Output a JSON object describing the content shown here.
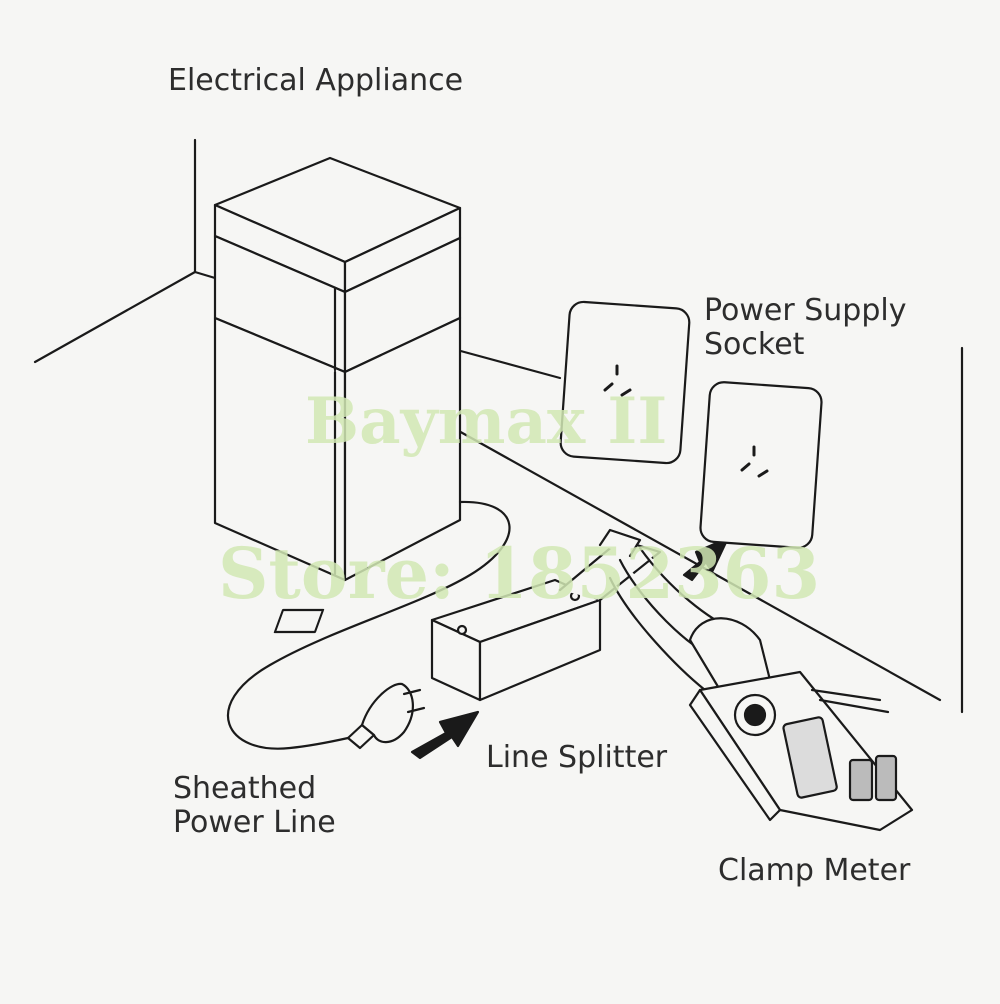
{
  "labels": {
    "electrical_appliance": "Electrical Appliance",
    "power_supply_socket": "Power Supply\nSocket",
    "line_splitter": "Line Splitter",
    "sheathed_power_line": "Sheathed\nPower Line",
    "clamp_meter": "Clamp Meter"
  },
  "watermark": {
    "line1": "Baymax II",
    "line2": "Store: 1852363"
  },
  "icons": [
    "refrigerator",
    "wall-socket",
    "plug",
    "arrow",
    "line-splitter",
    "clamp-meter"
  ],
  "colors": {
    "line": "#1a1a1a",
    "watermark": "#d2e8b4",
    "background": "#f6f6f4"
  }
}
